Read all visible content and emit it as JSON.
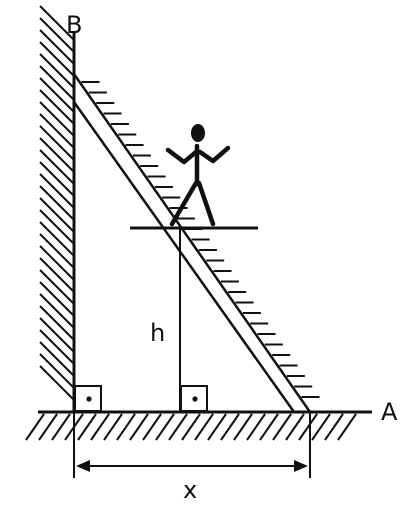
{
  "labels": {
    "top_point": "B",
    "bottom_point": "A",
    "height": "h",
    "horizontal": "x"
  },
  "colors": {
    "ink": "#111111",
    "background": "#ffffff"
  },
  "icons": [
    "stick-figure-person-icon",
    "right-angle-marker-icon"
  ]
}
